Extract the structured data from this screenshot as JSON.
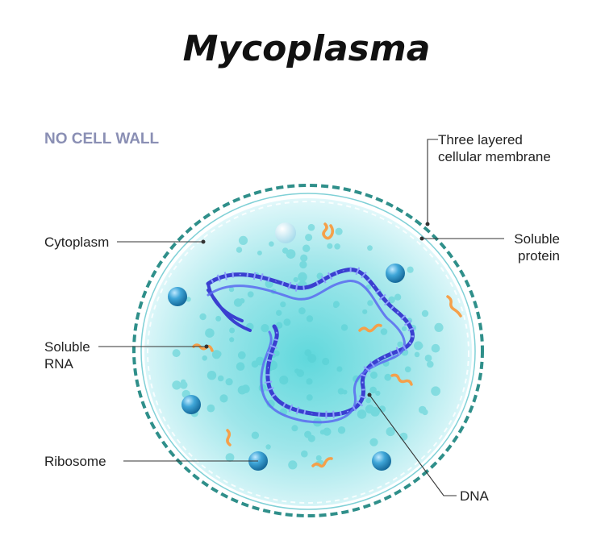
{
  "title": "Mycoplasma",
  "note": "NO CELL WALL",
  "labels": {
    "membrane": [
      "Three layered",
      "cellular membrane"
    ],
    "cytoplasm": "Cytoplasm",
    "soluble_protein": [
      "Soluble",
      "protein"
    ],
    "soluble_rna": [
      "Soluble",
      "RNA"
    ],
    "ribosome": "Ribosome",
    "dna": "DNA"
  },
  "colors": {
    "membrane": "#2f8f8a",
    "cytoplasm": "#8fe3e6",
    "dna_backbone": "#3a3fd0",
    "rna": "#f5a04a",
    "ribosome": "#2a8fc7"
  }
}
